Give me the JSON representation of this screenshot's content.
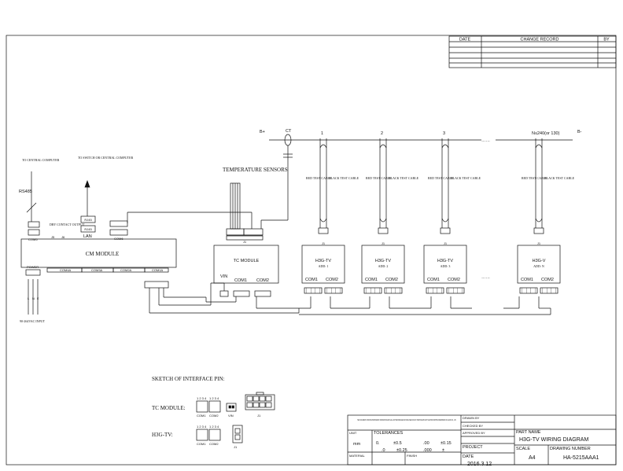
{
  "change_record": {
    "col_date": "DATE",
    "col_change": "CHANGE RECORD",
    "col_by": "BY"
  },
  "bus": {
    "b_plus": "B+",
    "b_minus": "B-",
    "ct": "CT",
    "cell_numbers": [
      "1",
      "2",
      "3",
      "N≤240(or 130)"
    ],
    "ellipsis_top": "……",
    "ellipsis_mid": "……"
  },
  "left_side": {
    "to_central": "TO CENTRAL COMPUTER",
    "to_switch": "TO SWITCH OR CENTRAL COMPUTER",
    "rs485": "RS485",
    "rj45_a": "RJ45",
    "rj45_b": "RJ45",
    "lan": "LAN",
    "dry_contact": "DRY CONTACT OUTPUT",
    "j5": "J5",
    "j6": "J6",
    "com5": "COM5",
    "com6": "COM6",
    "com_ports": [
      "COM4A",
      "COM3A",
      "COM2A",
      "COM1A"
    ],
    "cm_module": "CM MODULE",
    "power_label": "POWER",
    "power_input": "90-264VAC INPUT",
    "power_pins": [
      "L",
      "N",
      "E"
    ]
  },
  "temp": {
    "label": "TEMPERATURE SENSORS"
  },
  "tc_module": {
    "title": "TC MODULE",
    "j1": "J1",
    "vin": "VIN",
    "com1": "COM1",
    "com2": "COM2"
  },
  "cables": {
    "red": "RED TEST CABLE",
    "black": "BLACK TEST CABLE"
  },
  "h3g_modules": [
    {
      "title": "H3G-TV",
      "addr": "ADD: 1",
      "j1": "J1",
      "com1": "COM1",
      "com2": "COM2"
    },
    {
      "title": "H3G-TV",
      "addr": "ADD: 2",
      "j1": "J1",
      "com1": "COM1",
      "com2": "COM2"
    },
    {
      "title": "H3G-TV",
      "addr": "ADD: 3",
      "j1": "J1",
      "com1": "COM1",
      "com2": "COM2"
    },
    {
      "title": "H3G-V",
      "addr": "ADD: N",
      "j1": "J1",
      "com1": "COM1",
      "com2": "COM2"
    }
  ],
  "sketch": {
    "title": "SKETCH OF INTERFACE PIN:",
    "tc_label": "TC MODULE:",
    "h3g_label": "H3G-TV:",
    "com1": "COM1",
    "com2": "COM2",
    "vin": "VIN",
    "j1": "J1",
    "pin_nums": "1 2 3 4"
  },
  "title_block": {
    "notice": "THIS DOCUMENT CONTAINS PROPRIETARY INFORMATION AND SHALL NOT BE PUBLISHED OR DISCLOSED FOR ANY PURPOSE WITHOUT THE PRIOR WRITTEN PERMISSION OF HUAXIN CO., LTD.",
    "unit_label": "UNIT",
    "unit_value": "mm",
    "tolerances_label": "TOLERANCES",
    "tol_row1": [
      "0.",
      "±0.5",
      ".00",
      "±0.15"
    ],
    "tol_row2": [
      ".0",
      "±0.25",
      ".000",
      "±"
    ],
    "material": "MATERIAL",
    "finish": "FINISH",
    "drawn": "DRAWN BY",
    "checked": "CHECKED BY",
    "approved": "APPROVED BY",
    "project": "PROJECT",
    "date_label": "DATE",
    "date_value": "2016.3.12",
    "part_name_label": "PART NAME",
    "part_name": "H3G-TV WIRING DIAGRAM",
    "scale_label": "SCALE",
    "scale_value": "A4",
    "drawing_number_label": "DRAWING NUMBER",
    "drawing_number": "HA-5215AAA1"
  }
}
